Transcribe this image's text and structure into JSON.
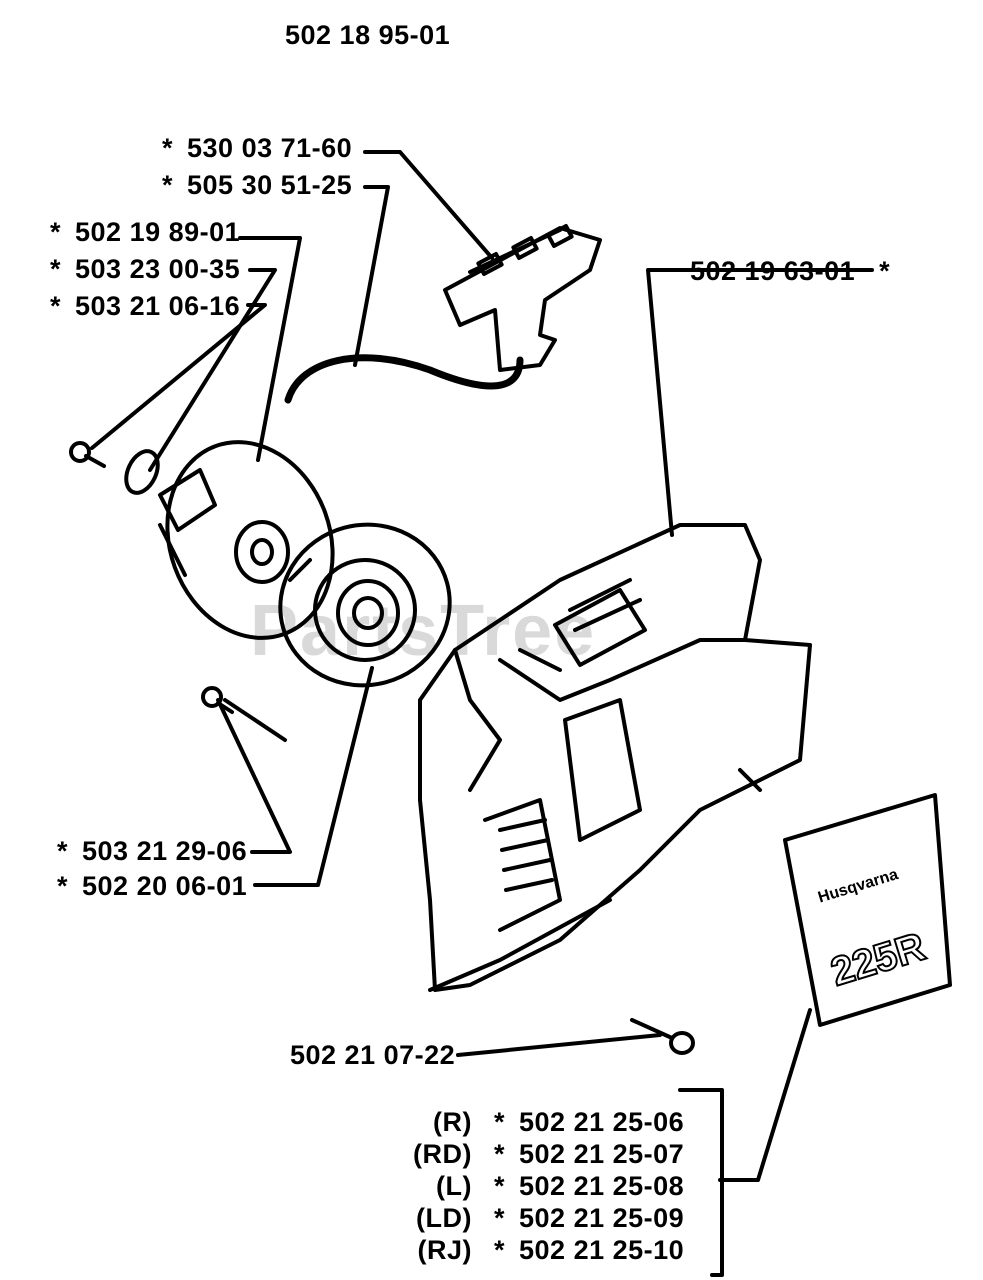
{
  "assembly_number": "502 18 95-01",
  "watermark": "PartsTree",
  "labels": {
    "handle": {
      "star": "*",
      "number": "530 03 71-60"
    },
    "rope": {
      "star": "*",
      "number": "505 30 51-25"
    },
    "pulley": {
      "star": "*",
      "number": "502 19 89-01"
    },
    "washer": {
      "star": "*",
      "number": "503 23 00-35"
    },
    "screw": {
      "star": "*",
      "number": "503 21 06-16"
    },
    "cover": {
      "star": "*",
      "number": "502 19 63-01"
    },
    "spring_screw": {
      "star": "*",
      "number": "503 21 29-06"
    },
    "spring": {
      "star": "*",
      "number": "502 20 06-01"
    },
    "cover_screw": {
      "number": "502 21 07-22"
    }
  },
  "decal_variants": [
    {
      "code": "(R)",
      "star": "*",
      "number": "502 21 25-06"
    },
    {
      "code": "(RD)",
      "star": "*",
      "number": "502 21 25-07"
    },
    {
      "code": "(L)",
      "star": "*",
      "number": "502 21 25-08"
    },
    {
      "code": "(LD)",
      "star": "*",
      "number": "502 21 25-09"
    },
    {
      "code": "(RJ)",
      "star": "*",
      "number": "502 21 25-10"
    }
  ],
  "decal_text": {
    "brand": "Husqvarna",
    "model": "225R"
  },
  "colors": {
    "ink": "#000000",
    "paper": "#ffffff",
    "watermark": "#d9d9d9"
  }
}
